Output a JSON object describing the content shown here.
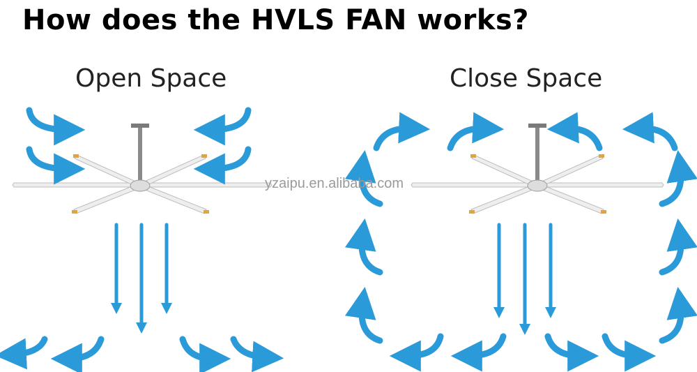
{
  "heading": "How does the HVLS FAN works?",
  "panels": [
    {
      "label": "Open Space"
    },
    {
      "label": "Close Space"
    }
  ],
  "watermark": "yzaipu.en.alibaba.com",
  "colors": {
    "arrow": "#2a9ad8",
    "blade": "#eeeeee",
    "blade_edge": "#bdbdbd",
    "blade_tip": "#e8a23c",
    "pole": "#8a8a8a"
  }
}
